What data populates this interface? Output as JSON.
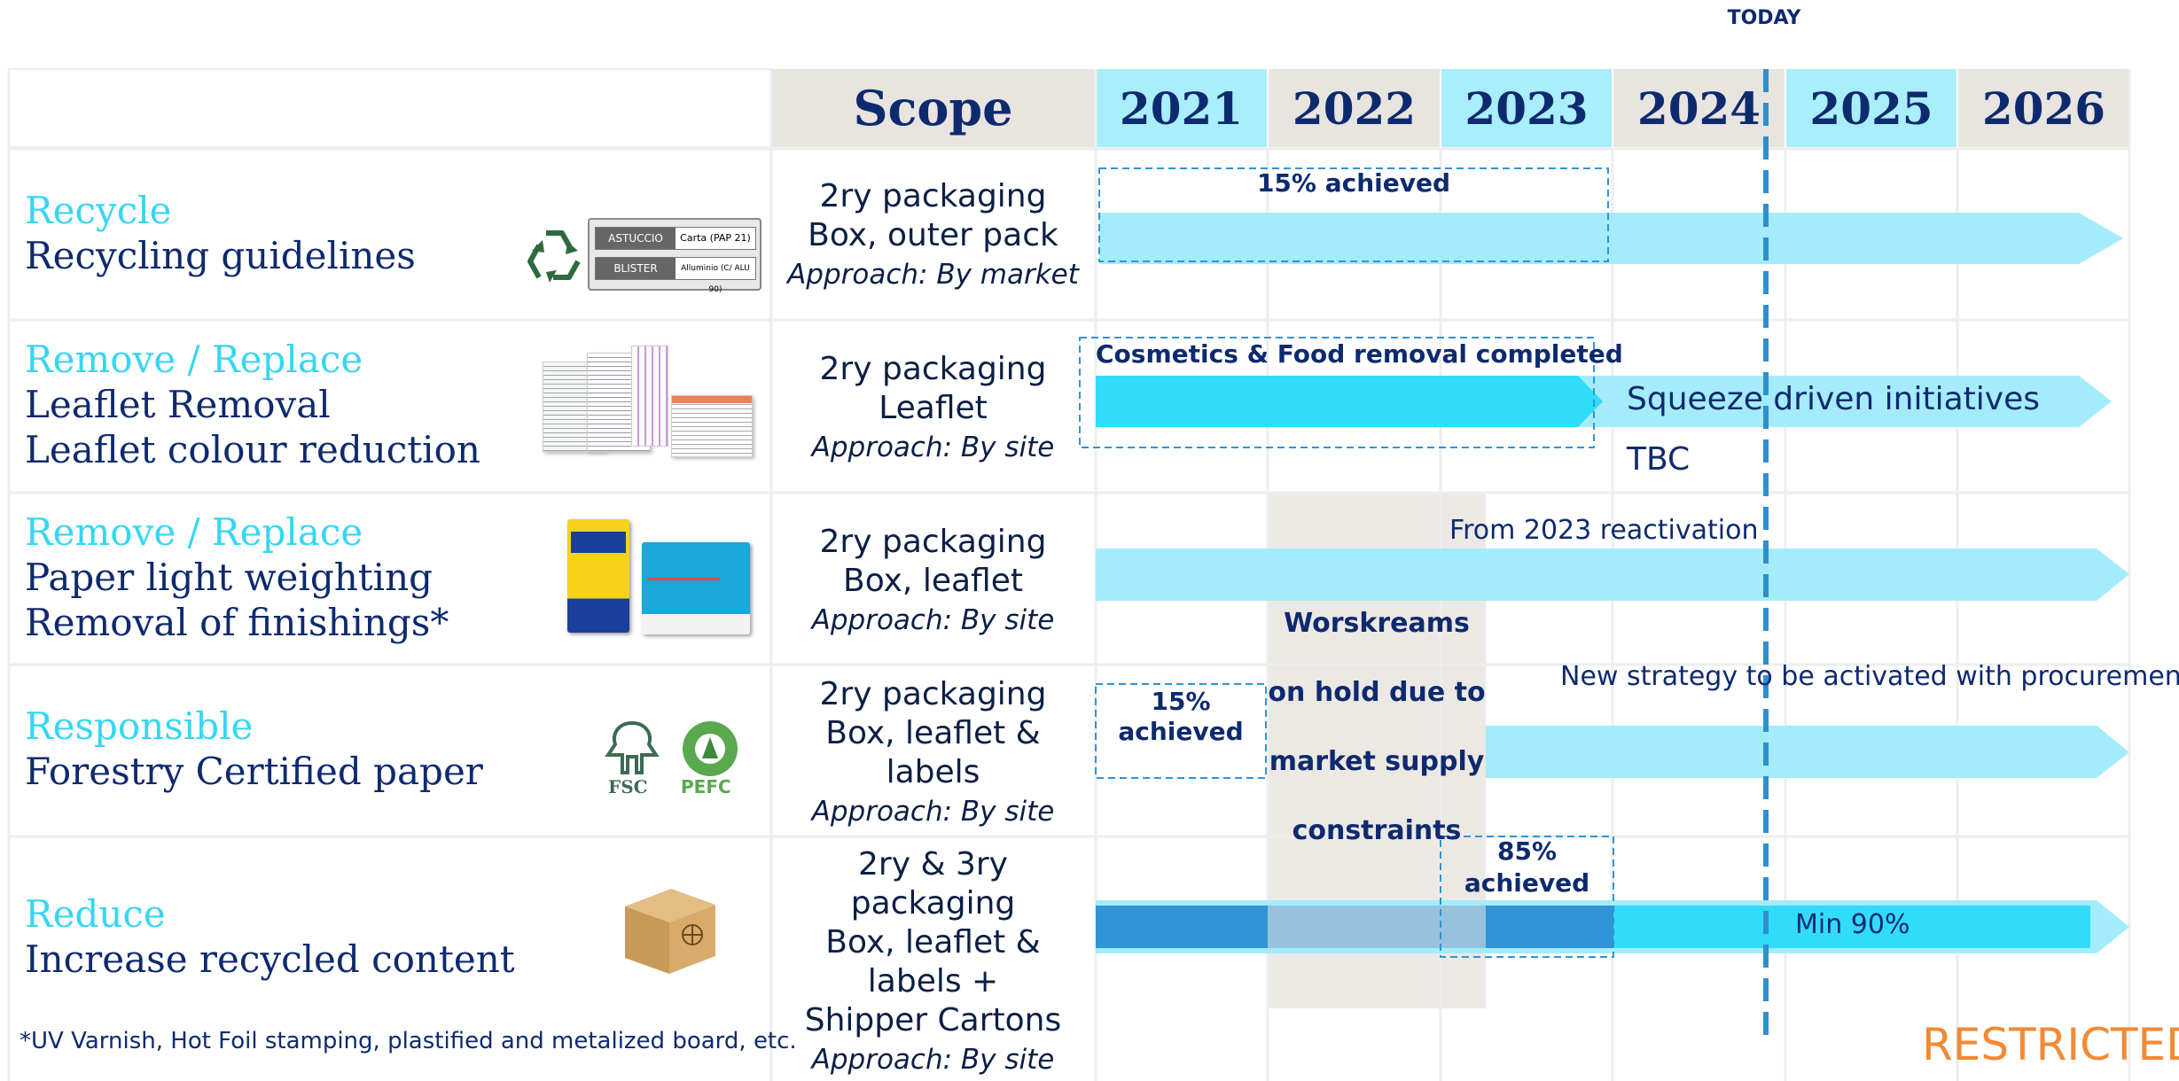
{
  "header": {
    "today_label": "TODAY",
    "scope_label": "Scope",
    "years": [
      "2021",
      "2022",
      "2023",
      "2024",
      "2025",
      "2026"
    ]
  },
  "rows": [
    {
      "category": "Recycle",
      "lines": [
        "Recycling guidelines"
      ],
      "scope_lines": [
        "2ry packaging",
        "Box, outer pack"
      ],
      "approach": "Approach: By market",
      "image": "recycle-label-icon",
      "label_rows": [
        [
          "ASTUCCIO",
          "Carta (PAP 21)"
        ],
        [
          "BLISTER",
          "Alluminio (C/ ALU 90)"
        ]
      ]
    },
    {
      "category": "Remove / Replace",
      "lines": [
        "Leaflet Removal",
        "Leaflet colour reduction"
      ],
      "scope_lines": [
        "2ry packaging",
        "Leaflet"
      ],
      "approach": "Approach: By site",
      "image": "leaflet-icon"
    },
    {
      "category": "Remove / Replace",
      "lines": [
        "Paper light weighting",
        "Removal of finishings*"
      ],
      "scope_lines": [
        "2ry packaging",
        "Box, leaflet"
      ],
      "approach": "Approach: By site",
      "image": "product-boxes-icon"
    },
    {
      "category": "Responsible",
      "lines": [
        "Forestry Certified paper"
      ],
      "scope_lines": [
        "2ry packaging",
        "Box, leaflet &",
        "labels"
      ],
      "approach": "Approach: By site",
      "image": "fsc-pefc-icon",
      "logo_text": [
        "FSC",
        "PEFC"
      ]
    },
    {
      "category": "Reduce",
      "lines": [
        "Increase recycled content"
      ],
      "scope_lines": [
        "2ry & 3ry",
        "packaging",
        "Box, leaflet &",
        "labels +",
        "Shipper Cartons"
      ],
      "approach": "Approach: By site",
      "image": "cardboard-box-icon"
    }
  ],
  "annotations": {
    "row1_achieved": "15% achieved",
    "row2_completed": "Cosmetics & Food removal completed",
    "row2_squeeze": "Squeeze driven initiatives",
    "row2_tbc": "TBC",
    "row3_reactivation": "From 2023 reactivation",
    "workstreams_hold": [
      "Worskreams",
      "on hold due to",
      "market supply",
      "constraints"
    ],
    "row4_new_strategy": "New strategy to be activated with procurement",
    "row4_achieved": [
      "15%",
      "achieved"
    ],
    "row5_achieved": [
      "85%",
      "achieved"
    ],
    "row5_min": "Min 90%"
  },
  "footnote": "*UV Varnish, Hot Foil stamping, plastified and metalized board, etc.",
  "classification": "RESTRICTED",
  "colors": {
    "navy": "#0e2a6f",
    "cyan_text": "#36d6f2",
    "light_arrow": "#a4ecfb",
    "bright_arrow": "#31dcfb",
    "dark_blue_bar": "#2f95d6",
    "header_gray": "#e8e4e0",
    "header_cyan": "#a9eefb",
    "today_line": "#2e8fd0",
    "restricted": "#f28a35"
  }
}
